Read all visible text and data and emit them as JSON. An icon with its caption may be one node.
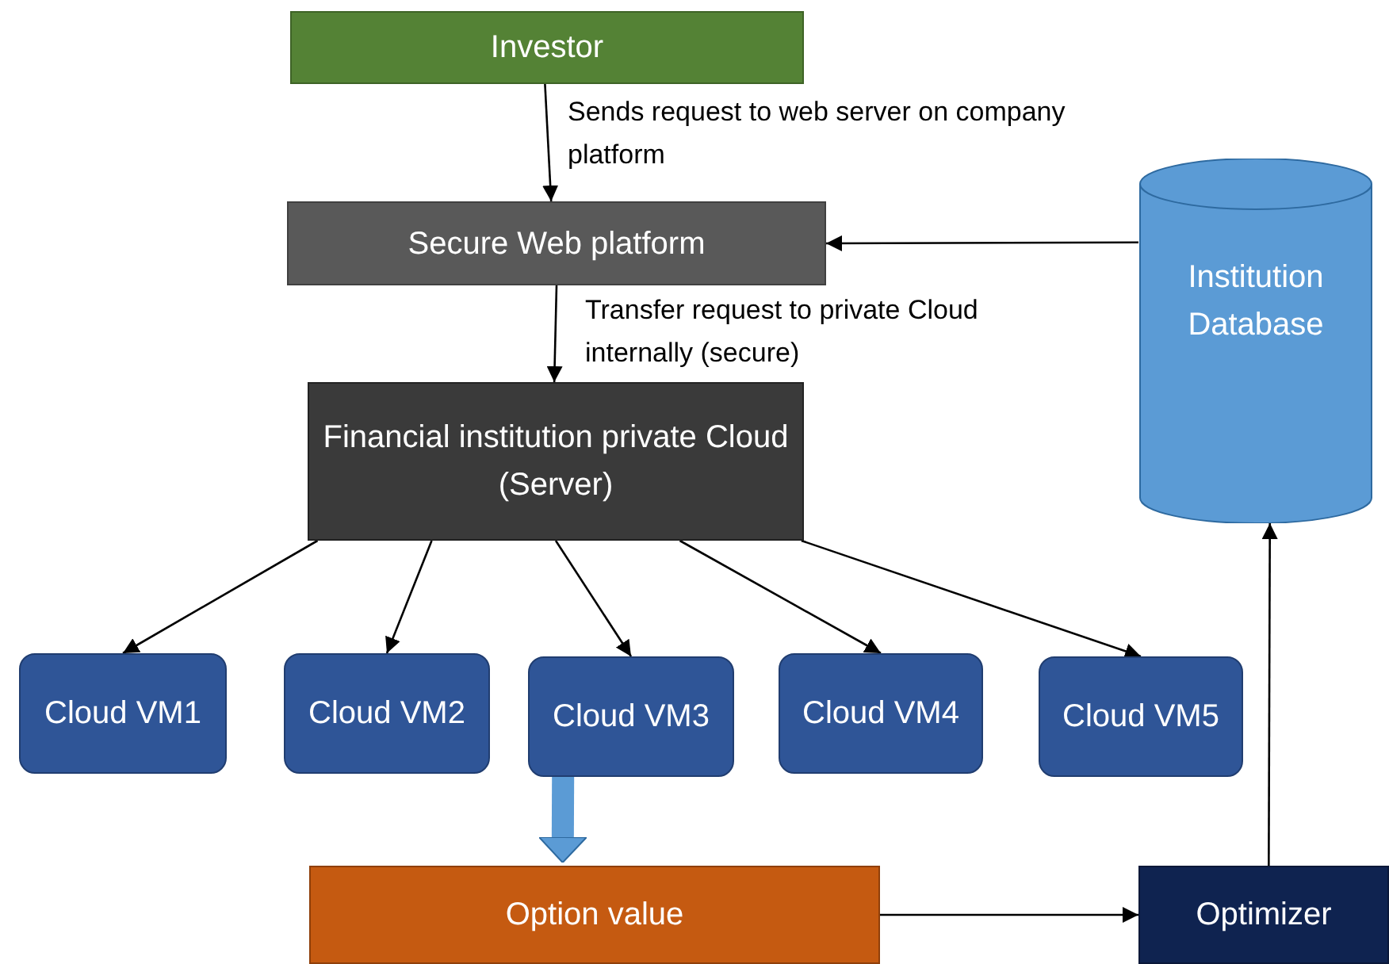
{
  "diagram": {
    "nodes": [
      {
        "text": [
          "Investor"
        ]
      },
      {
        "text": [
          "Secure Web platform"
        ]
      },
      {
        "text": [
          "Financial institution private Cloud (Server)"
        ]
      },
      {
        "text": [
          "Cloud VM1"
        ]
      },
      {
        "text": [
          "Cloud VM2"
        ]
      },
      {
        "text": [
          "Cloud VM3"
        ]
      },
      {
        "text": [
          "Cloud VM4"
        ]
      },
      {
        "text": [
          "Cloud VM5"
        ]
      },
      {
        "text": [
          "Option value"
        ]
      },
      {
        "text": [
          "Optimizer"
        ]
      },
      {
        "text": [
          "Institution Database"
        ]
      }
    ],
    "edges": [
      {
        "from": 0,
        "to": 1,
        "arrow": "to",
        "label": "Sends request to web server on company platform"
      },
      {
        "from": 1,
        "to": 2,
        "arrow": "to",
        "label": "Transfer request to private Cloud internally (secure)"
      },
      {
        "from": 2,
        "to": 3,
        "arrow": "to"
      },
      {
        "from": 2,
        "to": 4,
        "arrow": "to"
      },
      {
        "from": 2,
        "to": 5,
        "arrow": "to"
      },
      {
        "from": 2,
        "to": 6,
        "arrow": "to"
      },
      {
        "from": 2,
        "to": 7,
        "arrow": "to"
      },
      {
        "from": 10,
        "to": 1,
        "arrow": "to"
      },
      {
        "from": 5,
        "to": 8,
        "arrow": "to",
        "style": "thick",
        "color": "#5b9bd5"
      },
      {
        "from": 8,
        "to": 9,
        "arrow": "to"
      },
      {
        "from": 9,
        "to": 10,
        "arrow": "to"
      }
    ]
  }
}
